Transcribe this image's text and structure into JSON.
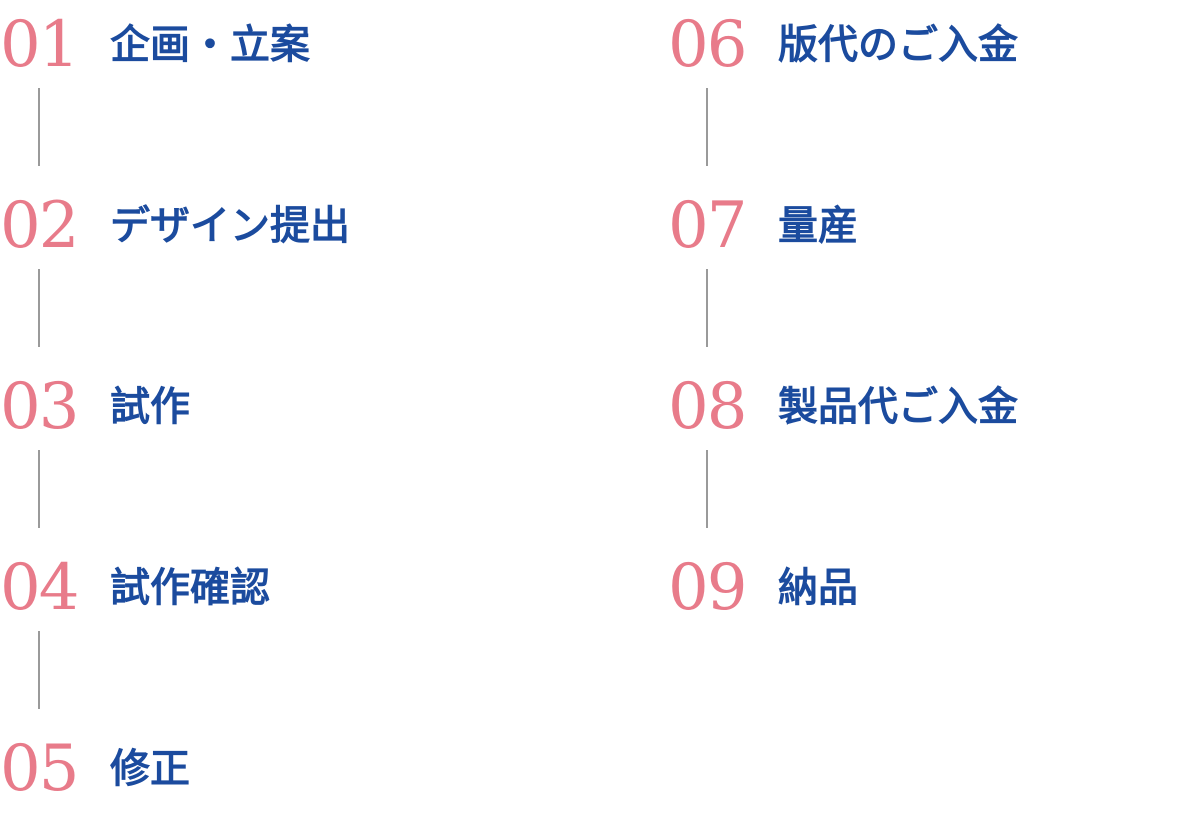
{
  "colors": {
    "accent": "#e87b8a",
    "primary": "#1b4b9e",
    "line": "#9a9a9a"
  },
  "steps_left": [
    {
      "number": "01",
      "label": "企画・立案"
    },
    {
      "number": "02",
      "label": "デザイン提出"
    },
    {
      "number": "03",
      "label": "試作"
    },
    {
      "number": "04",
      "label": "試作確認"
    },
    {
      "number": "05",
      "label": "修正"
    }
  ],
  "steps_right": [
    {
      "number": "06",
      "label": "版代のご入金"
    },
    {
      "number": "07",
      "label": "量産"
    },
    {
      "number": "08",
      "label": "製品代ご入金"
    },
    {
      "number": "09",
      "label": "納品"
    }
  ]
}
